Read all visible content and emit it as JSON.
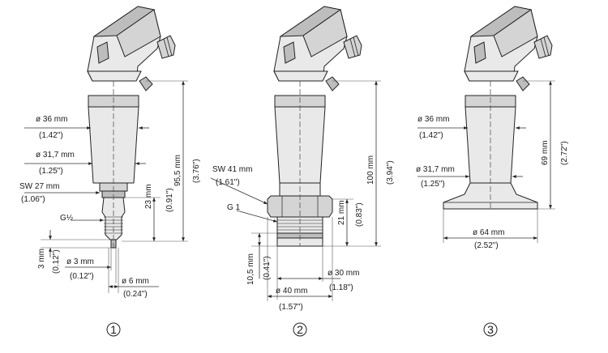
{
  "variants": [
    {
      "number": "1",
      "dims": {
        "d36": "ø 36 mm",
        "d36_in": "(1.42\")",
        "d31": "ø 31,7 mm",
        "d31_in": "(1.25\")",
        "sw": "SW 27 mm",
        "sw_in": "(1.06\")",
        "thread": "G½",
        "d3": "ø 3 mm",
        "d3_in": "(0.12\")",
        "h3": "3 mm",
        "h3_in": "(0.12\")",
        "d6": "ø 6 mm",
        "d6_in": "(0.24\")",
        "h23": "23 mm",
        "h23_in": "(0.91\")",
        "h95": "95,5 mm",
        "h95_in": "(3.76\")"
      }
    },
    {
      "number": "2",
      "dims": {
        "sw": "SW 41  mm",
        "sw_in": "(1.61\")",
        "thread": "G 1",
        "h21": "21 mm",
        "h21_in": "(0.83\")",
        "h100": "100 mm",
        "h100_in": "(3.94\")",
        "h10": "10,5 mm",
        "h10_in": "(0.41\")",
        "d30": "ø 30 mm",
        "d30_in": "(1.18\")",
        "d40": "ø 40 mm",
        "d40_in": "(1.57\")"
      }
    },
    {
      "number": "3",
      "dims": {
        "d36": "ø 36 mm",
        "d36_in": "(1.42\")",
        "d31": "ø 31,7 mm",
        "d31_in": "(1.25\")",
        "h69": "69 mm",
        "h69_in": "(2.72\")",
        "d64": "ø 64 mm",
        "d64_in": "(2.52\")"
      }
    }
  ]
}
